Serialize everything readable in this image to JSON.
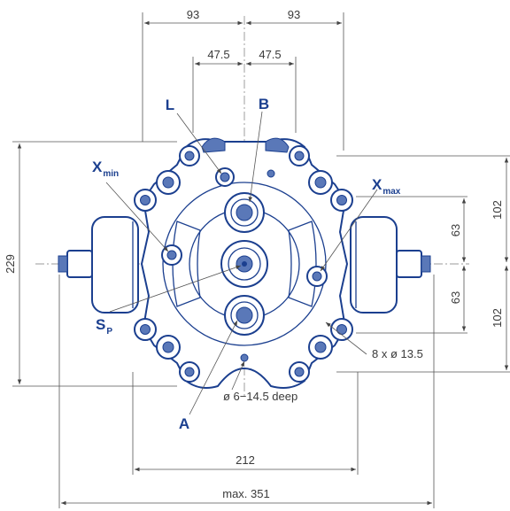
{
  "dimensions": {
    "top_left_93": "93",
    "top_right_93": "93",
    "inner_left_47_5": "47.5",
    "inner_right_47_5": "47.5",
    "height_229": "229",
    "right_upper_102": "102",
    "right_lower_102": "102",
    "right_upper_63": "63",
    "right_lower_63": "63",
    "width_212": "212",
    "width_max_351": "max. 351"
  },
  "callouts": {
    "bolt_holes": "8 x ø 13.5",
    "pin_hole": "ø 6−14.5 deep"
  },
  "port_labels": {
    "L": "L",
    "B": "B",
    "A": "A",
    "X": "X",
    "X_min_sub": "min",
    "X_max_sub": "max",
    "S": "S",
    "S_sub": "P"
  },
  "colors": {
    "body_stroke": "#1b3f8f",
    "dimension_lines": "#555555"
  }
}
